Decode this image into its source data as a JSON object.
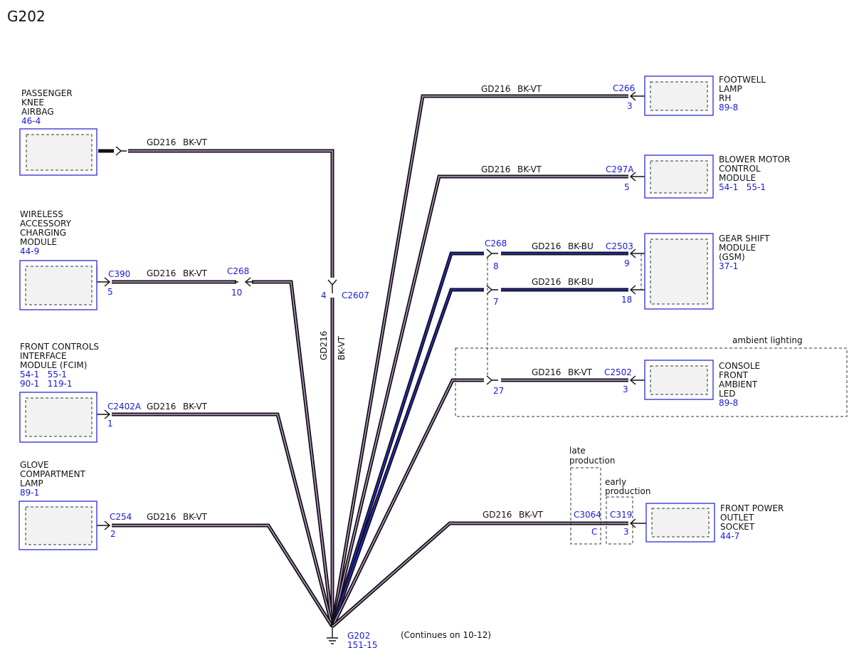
{
  "title": "G202",
  "wire": {
    "circuit": "GD216",
    "color_vt": "BK-VT",
    "color_bu": "BK-BU"
  },
  "components": {
    "knee_airbag": {
      "lines": [
        "PASSENGER",
        "KNEE",
        "AIRBAG"
      ],
      "ref": "46-4"
    },
    "wireless": {
      "lines": [
        "WIRELESS",
        "ACCESSORY",
        "CHARGING",
        "MODULE"
      ],
      "ref": "44-9"
    },
    "fcim": {
      "lines": [
        "FRONT CONTROLS",
        "INTERFACE",
        "MODULE (FCIM)"
      ],
      "ref1": "54-1   55-1",
      "ref2": "90-1   119-1"
    },
    "glove": {
      "lines": [
        "GLOVE",
        "COMPARTMENT",
        "LAMP"
      ],
      "ref": "89-1"
    },
    "footwell": {
      "lines": [
        "FOOTWELL",
        "LAMP",
        "RH"
      ],
      "ref": "89-8"
    },
    "blower": {
      "lines": [
        "BLOWER MOTOR",
        "CONTROL",
        "MODULE"
      ],
      "ref": "54-1   55-1"
    },
    "gsm": {
      "lines": [
        "GEAR SHIFT",
        "MODULE",
        "(GSM)"
      ],
      "ref": "37-1"
    },
    "console": {
      "lines": [
        "CONSOLE",
        "FRONT",
        "AMBIENT",
        "LED"
      ],
      "ref": "89-8"
    },
    "power_outlet": {
      "lines": [
        "FRONT POWER",
        "OUTLET",
        "SOCKET"
      ],
      "ref": "44-7"
    }
  },
  "connectors": {
    "c390": {
      "id": "C390",
      "pin": "5"
    },
    "c268_left": {
      "id": "C268",
      "pin": "10"
    },
    "c2402a": {
      "id": "C2402A",
      "pin": "1"
    },
    "c254": {
      "id": "C254",
      "pin": "2"
    },
    "c2607": {
      "id": "C2607",
      "pin": "4"
    },
    "c266": {
      "id": "C266",
      "pin": "3"
    },
    "c297a": {
      "id": "C297A",
      "pin": "5"
    },
    "c268_right": {
      "id": "C268",
      "pin_a": "8",
      "pin_b": "7",
      "pin_c": "27"
    },
    "c2503": {
      "id": "C2503",
      "pin_a": "9",
      "pin_b": "18"
    },
    "c2502": {
      "id": "C2502",
      "pin": "3"
    },
    "c3064": {
      "id": "C3064",
      "pin": "C"
    },
    "c319": {
      "id": "C319",
      "pin": "3"
    }
  },
  "ground": {
    "id": "G202",
    "ref": "151-15"
  },
  "notes": {
    "continues": "(Continues on 10-12)",
    "ambient": "ambient lighting",
    "late": [
      "late",
      "production"
    ],
    "early": [
      "early",
      "production"
    ]
  }
}
